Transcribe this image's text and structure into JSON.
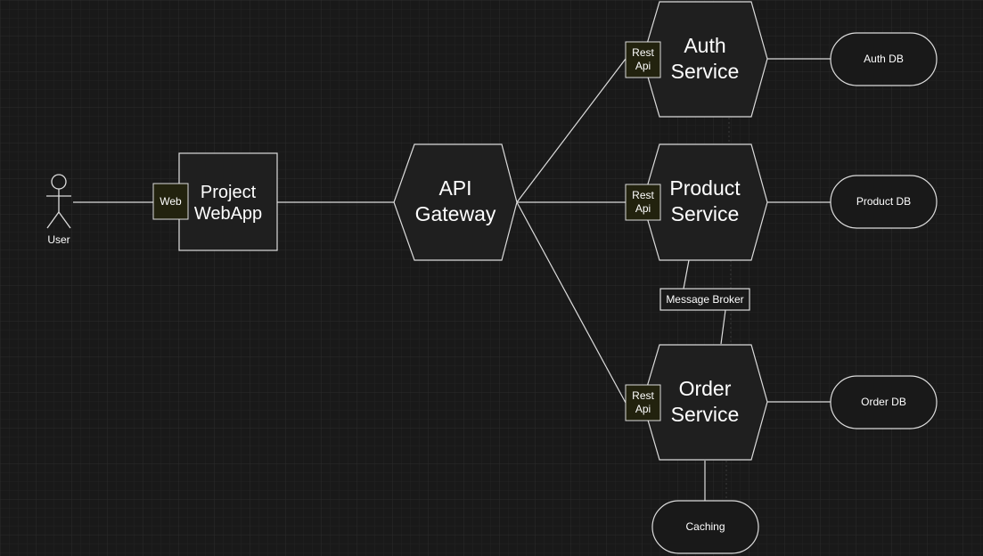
{
  "diagram": {
    "nodes": {
      "user": {
        "label": "User"
      },
      "webapp": {
        "label_lines": [
          "Project",
          "WebApp"
        ]
      },
      "web_port": {
        "label": "Web"
      },
      "gateway": {
        "label_lines": [
          "API",
          "Gateway"
        ]
      },
      "auth_service": {
        "label_lines": [
          "Auth",
          "Service"
        ]
      },
      "product_service": {
        "label_lines": [
          "Product",
          "Service"
        ]
      },
      "order_service": {
        "label_lines": [
          "Order",
          "Service"
        ]
      },
      "auth_port": {
        "label_lines": [
          "Rest",
          "Api"
        ]
      },
      "product_port": {
        "label_lines": [
          "Rest",
          "Api"
        ]
      },
      "order_port": {
        "label_lines": [
          "Rest",
          "Api"
        ]
      },
      "auth_db": {
        "label": "Auth DB"
      },
      "product_db": {
        "label": "Product DB"
      },
      "order_db": {
        "label": "Order DB"
      },
      "caching": {
        "label": "Caching"
      },
      "message_broker": {
        "label": "Message Broker"
      }
    },
    "colors": {
      "background": "#191919",
      "grid": "#2a2a2a",
      "stroke": "#dcdcdc",
      "node_fill": "#1f1f1f",
      "port_fill": "#22220e",
      "text": "#ffffff"
    }
  }
}
